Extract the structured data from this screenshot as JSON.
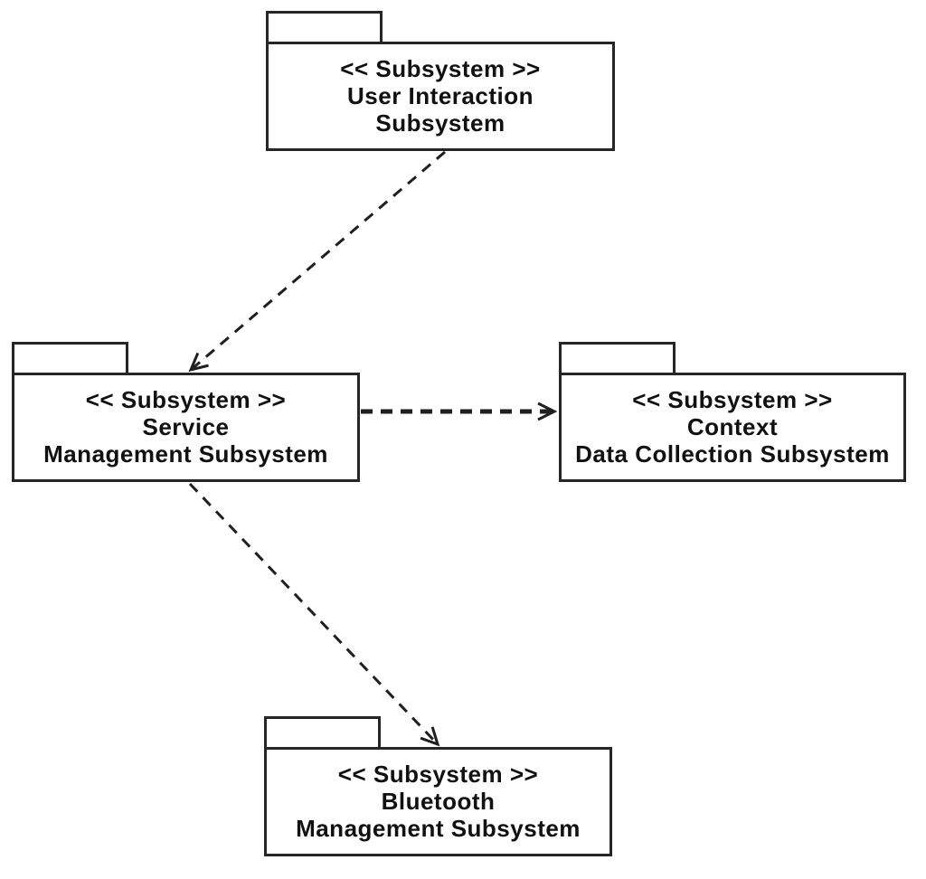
{
  "diagram": {
    "type": "uml-package-diagram",
    "colors": {
      "background": "#ffffff",
      "line": "#1f1f1f",
      "border": "#262626",
      "text": "#111111"
    },
    "packages": [
      {
        "id": "user-interaction-subsystem",
        "stereotype": "<< Subsystem >>",
        "name_line1": "User Interaction",
        "name_line2": "Subsystem"
      },
      {
        "id": "service-management-subsystem",
        "stereotype": "<< Subsystem >>",
        "name_line1": "Service",
        "name_line2": "Management Subsystem"
      },
      {
        "id": "context-data-collection-subsystem",
        "stereotype": "<< Subsystem >>",
        "name_line1": "Context",
        "name_line2": "Data Collection Subsystem"
      },
      {
        "id": "bluetooth-management-subsystem",
        "stereotype": "<< Subsystem >>",
        "name_line1": "Bluetooth",
        "name_line2": "Management Subsystem"
      }
    ],
    "dependencies": [
      {
        "from": "user-interaction-subsystem",
        "to": "service-management-subsystem",
        "style": "dashed-open-arrow"
      },
      {
        "from": "service-management-subsystem",
        "to": "context-data-collection-subsystem",
        "style": "dashed-open-arrow"
      },
      {
        "from": "service-management-subsystem",
        "to": "bluetooth-management-subsystem",
        "style": "dashed-open-arrow"
      }
    ]
  }
}
